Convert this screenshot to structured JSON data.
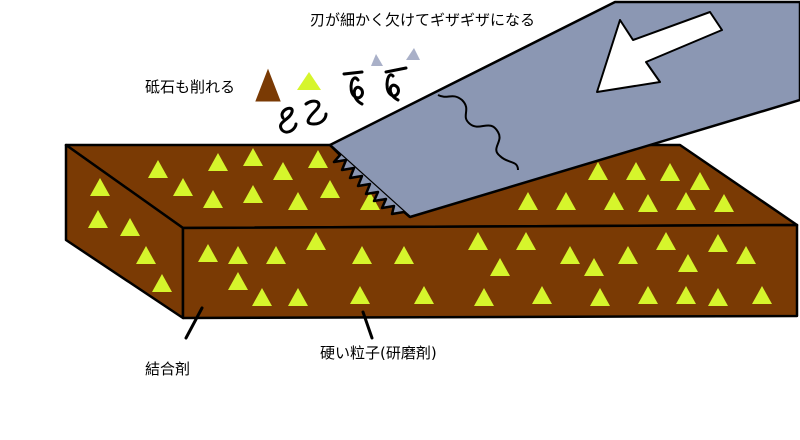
{
  "labels": {
    "blade_chipping": "刃が細かく欠けてギザギザになる",
    "stone_wears": "砥石も削れる",
    "binder": "結合剤",
    "abrasive_grain": "硬い粒子(研磨剤)"
  },
  "colors": {
    "stone_brown": "#7a3a04",
    "grain_lime": "#d6f52c",
    "blade_grey": "#8b97b3",
    "blade_outline": "#000000",
    "arrow_fill": "#ffffff",
    "small_grey_triangle": "#a9b0c8",
    "background": "#ffffff"
  },
  "icons": {
    "direction_arrow": "arrow-down-left-icon",
    "debris": "debris-particles-icon"
  }
}
